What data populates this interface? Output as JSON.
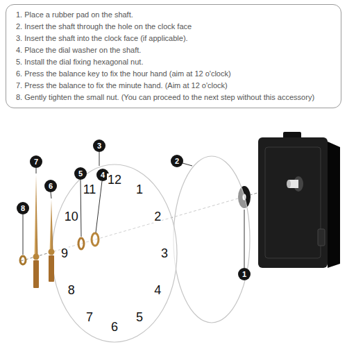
{
  "diagram": {
    "nodes": [
      {
        "text": [
          "1. Place a rubber pad on the shaft.",
          "2. Insert the shaft through the hole on the clock face",
          "3. Insert the shaft into the clock face (if applicable).",
          "4. Place the dial washer on the shaft.",
          "5. Install the dial fixing hexagonal nut.",
          "6. Press the balance key to fix the hour hand (aim at 12 o'clock)",
          "7. Press the balance to fix the minute hand. (Aim at 12 o'clock)",
          "8. Gently tighten the small nut. (You can proceed to the next step without this accessory)"
        ]
      },
      {
        "text": [
          "1"
        ]
      },
      {
        "text": [
          "2"
        ]
      },
      {
        "text": [
          "3"
        ]
      },
      {
        "text": [
          "4"
        ]
      },
      {
        "text": [
          "5"
        ]
      },
      {
        "text": [
          "6"
        ]
      },
      {
        "text": [
          "7"
        ]
      },
      {
        "text": [
          "8"
        ]
      }
    ],
    "labels": [
      "12",
      "1",
      "2",
      "3",
      "4",
      "5",
      "6",
      "7",
      "8",
      "9",
      "10",
      "11"
    ]
  }
}
